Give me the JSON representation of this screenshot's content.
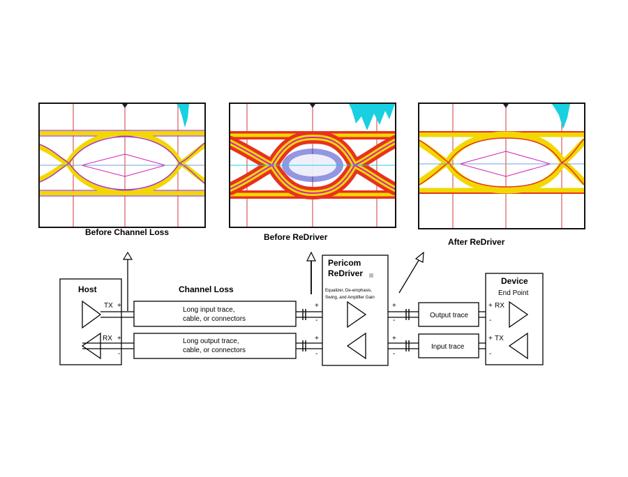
{
  "eye_panels": [
    {
      "caption": "Before Channel Loss"
    },
    {
      "caption": "Before ReDriver"
    },
    {
      "caption": "After ReDriver"
    }
  ],
  "diagram": {
    "host_label": "Host",
    "channel_loss_label": "Channel Loss",
    "host_tx": "TX",
    "host_rx": "RX",
    "plus": "+",
    "minus": "-",
    "input_trace_line1": "Long input trace,",
    "input_trace_line2": "cable, or connectors",
    "output_trace_line1": "Long output trace,",
    "output_trace_line2": "cable, or connectors",
    "redriver_title1": "Pericom",
    "redriver_title2": "ReDriver",
    "redriver_desc1": "Equalizer, De-emphasis,",
    "redriver_desc2": "Swing, and Amplifier Gain",
    "output_trace": "Output trace",
    "input_trace": "Input trace",
    "device_label": "Device",
    "device_sub": "End Point",
    "device_rx": "RX",
    "device_tx": "TX"
  },
  "colors": {
    "eye_yellow": "#f2d700",
    "eye_red": "#e8321e",
    "eye_magenta": "#d21fb4",
    "eye_blue": "#3a3fc8",
    "marker_cyan": "#18d0e0",
    "grid_red": "#d23a3a"
  }
}
